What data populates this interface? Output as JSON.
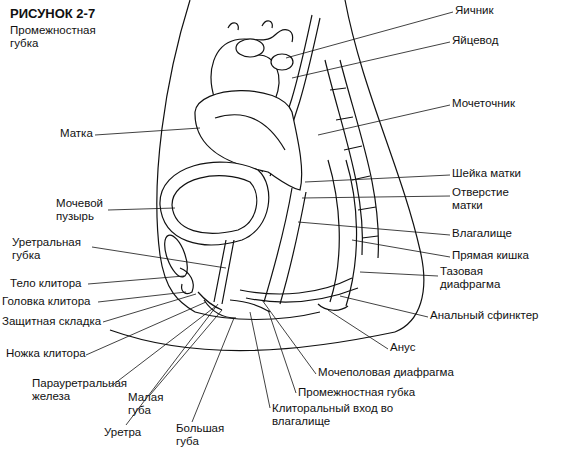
{
  "diagram": {
    "title": "РИСУНОК 2-7",
    "labels": [
      "Промежностная губка",
      "Яичник",
      "Яйцевод",
      "Мочеточник",
      "Шейка матки",
      "Отверстие матки",
      "Влагалище",
      "Прямая кишка",
      "Тазовая диафрагма",
      "Анальный сфинктер",
      "Анус",
      "Мочеполовая диафрагма",
      "Промежностная губка",
      "Клиторальный вход во влагалище",
      "Матка",
      "Мочевой пузырь",
      "Уретральная губка",
      "Тело клитора",
      "Головка клитора",
      "Защитная складка",
      "Ножка клитора",
      "Парауретральная железа",
      "Малая губа",
      "Уретра",
      "Большая губа"
    ]
  }
}
